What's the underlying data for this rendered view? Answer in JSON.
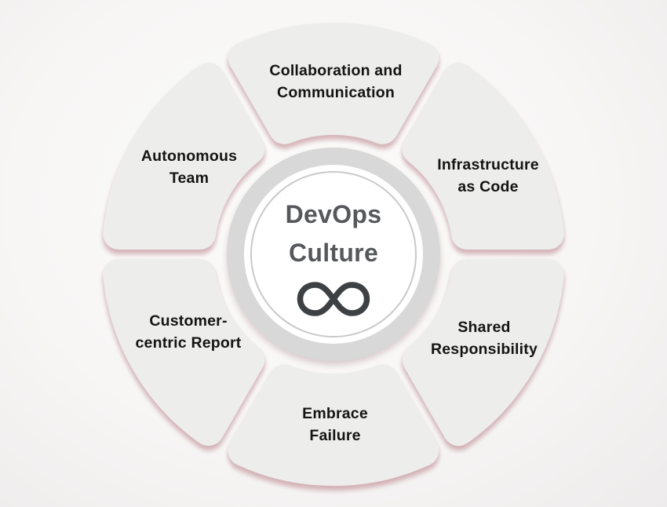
{
  "diagram": {
    "title": "DevOps\nCulture",
    "center_icon": "devops-infinity-loop-icon",
    "segments": [
      {
        "id": "collaboration-communication",
        "position": "top",
        "label": "Collaboration and\nCommunication"
      },
      {
        "id": "infrastructure-as-code",
        "position": "top-right",
        "label": "Infrastructure\nas Code"
      },
      {
        "id": "shared-responsibility",
        "position": "bottom-right",
        "label": "Shared\nResponsibility"
      },
      {
        "id": "embrace-failure",
        "position": "bottom",
        "label": "Embrace\nFailure"
      },
      {
        "id": "customer-centric-report",
        "position": "bottom-left",
        "label": "Customer-\ncentric Report"
      },
      {
        "id": "autonomous-team",
        "position": "top-left",
        "label": "Autonomous\nTeam"
      }
    ],
    "colors": {
      "background": "#f8f7f6",
      "petal": "#ededec",
      "petal_shadow": "#bb737e",
      "ring": "#d8d8d8",
      "ring_inner_line": "#c9c9c9",
      "circle_fill": "#ffffff",
      "title_text": "#56585c",
      "label_text": "#141414",
      "icon": "#3d4144"
    }
  }
}
